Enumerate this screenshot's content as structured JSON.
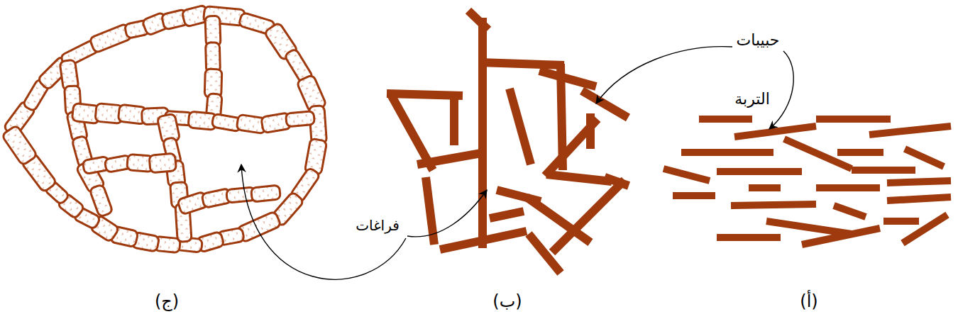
{
  "diagram": {
    "labels": [
      "حبيبات",
      "التربة",
      "فراغات",
      "(ج)",
      "(ب)",
      "(أ)"
    ]
  }
}
